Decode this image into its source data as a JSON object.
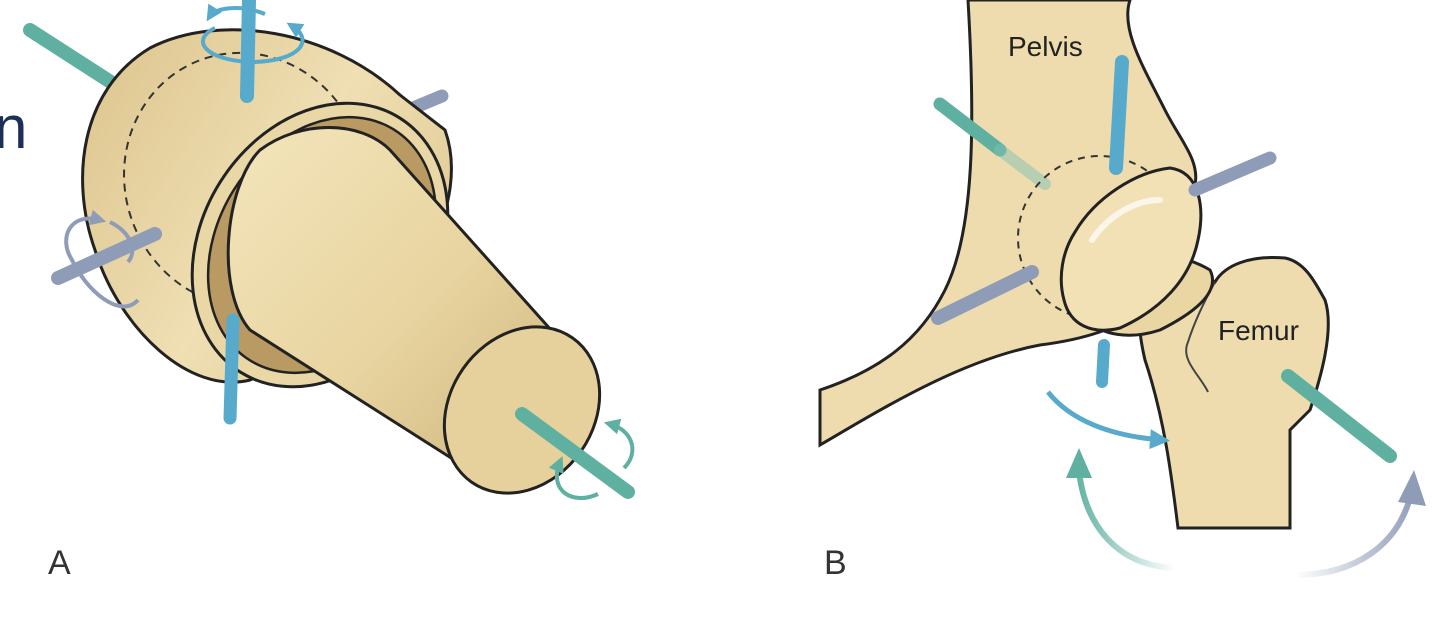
{
  "title_fragment": "n",
  "panels": {
    "a": {
      "label": "A"
    },
    "b": {
      "label": "B"
    }
  },
  "labels": {
    "pelvis": "Pelvis",
    "femur": "Femur"
  },
  "colors": {
    "bone": "#eedcaf",
    "bone_shade": "#d2bb86",
    "outline": "#222222",
    "axis_blue": "#57aacb",
    "axis_gray": "#8e9cb8",
    "axis_green": "#5fb0a0",
    "fragment_text": "#1b2f57"
  }
}
